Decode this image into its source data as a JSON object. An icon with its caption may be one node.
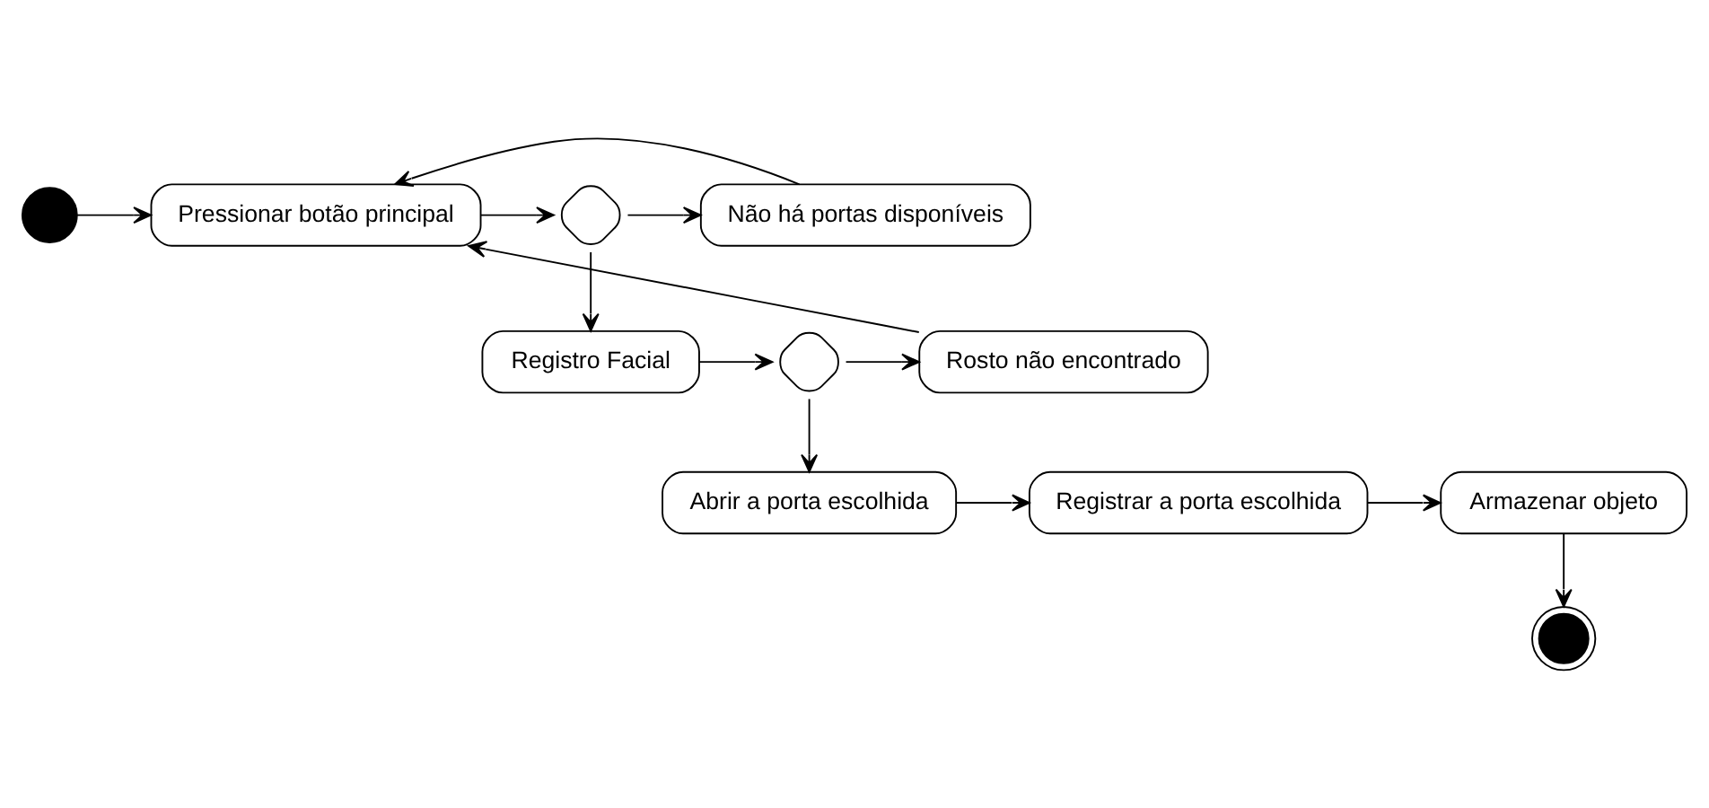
{
  "diagram": {
    "nodes": [
      {
        "text": [],
        "shape": "circle"
      },
      {
        "text": [
          "Pressionar botão principal"
        ]
      },
      {
        "text": [],
        "shape": "diamond"
      },
      {
        "text": [
          "Não há portas disponíveis"
        ]
      },
      {
        "text": [
          "Registro Facial"
        ]
      },
      {
        "text": [],
        "shape": "diamond"
      },
      {
        "text": [
          "Rosto não encontrado"
        ]
      },
      {
        "text": [
          "Abrir a porta escolhida"
        ]
      },
      {
        "text": [
          "Registrar a porta escolhida"
        ]
      },
      {
        "text": [
          "Armazenar objeto"
        ]
      },
      {
        "text": [],
        "shape": "bullseye"
      }
    ],
    "edges": [
      {
        "from": 0,
        "to": 1,
        "arrow": "to"
      },
      {
        "from": 1,
        "to": 2,
        "arrow": "to"
      },
      {
        "from": 2,
        "to": 3,
        "arrow": "to"
      },
      {
        "from": 3,
        "to": 1,
        "arrow": "to"
      },
      {
        "from": 2,
        "to": 4,
        "arrow": "to"
      },
      {
        "from": 4,
        "to": 5,
        "arrow": "to"
      },
      {
        "from": 5,
        "to": 6,
        "arrow": "to"
      },
      {
        "from": 6,
        "to": 1,
        "arrow": "to"
      },
      {
        "from": 5,
        "to": 7,
        "arrow": "to"
      },
      {
        "from": 7,
        "to": 8,
        "arrow": "to"
      },
      {
        "from": 8,
        "to": 9,
        "arrow": "to"
      },
      {
        "from": 9,
        "to": 10,
        "arrow": "to"
      }
    ]
  }
}
